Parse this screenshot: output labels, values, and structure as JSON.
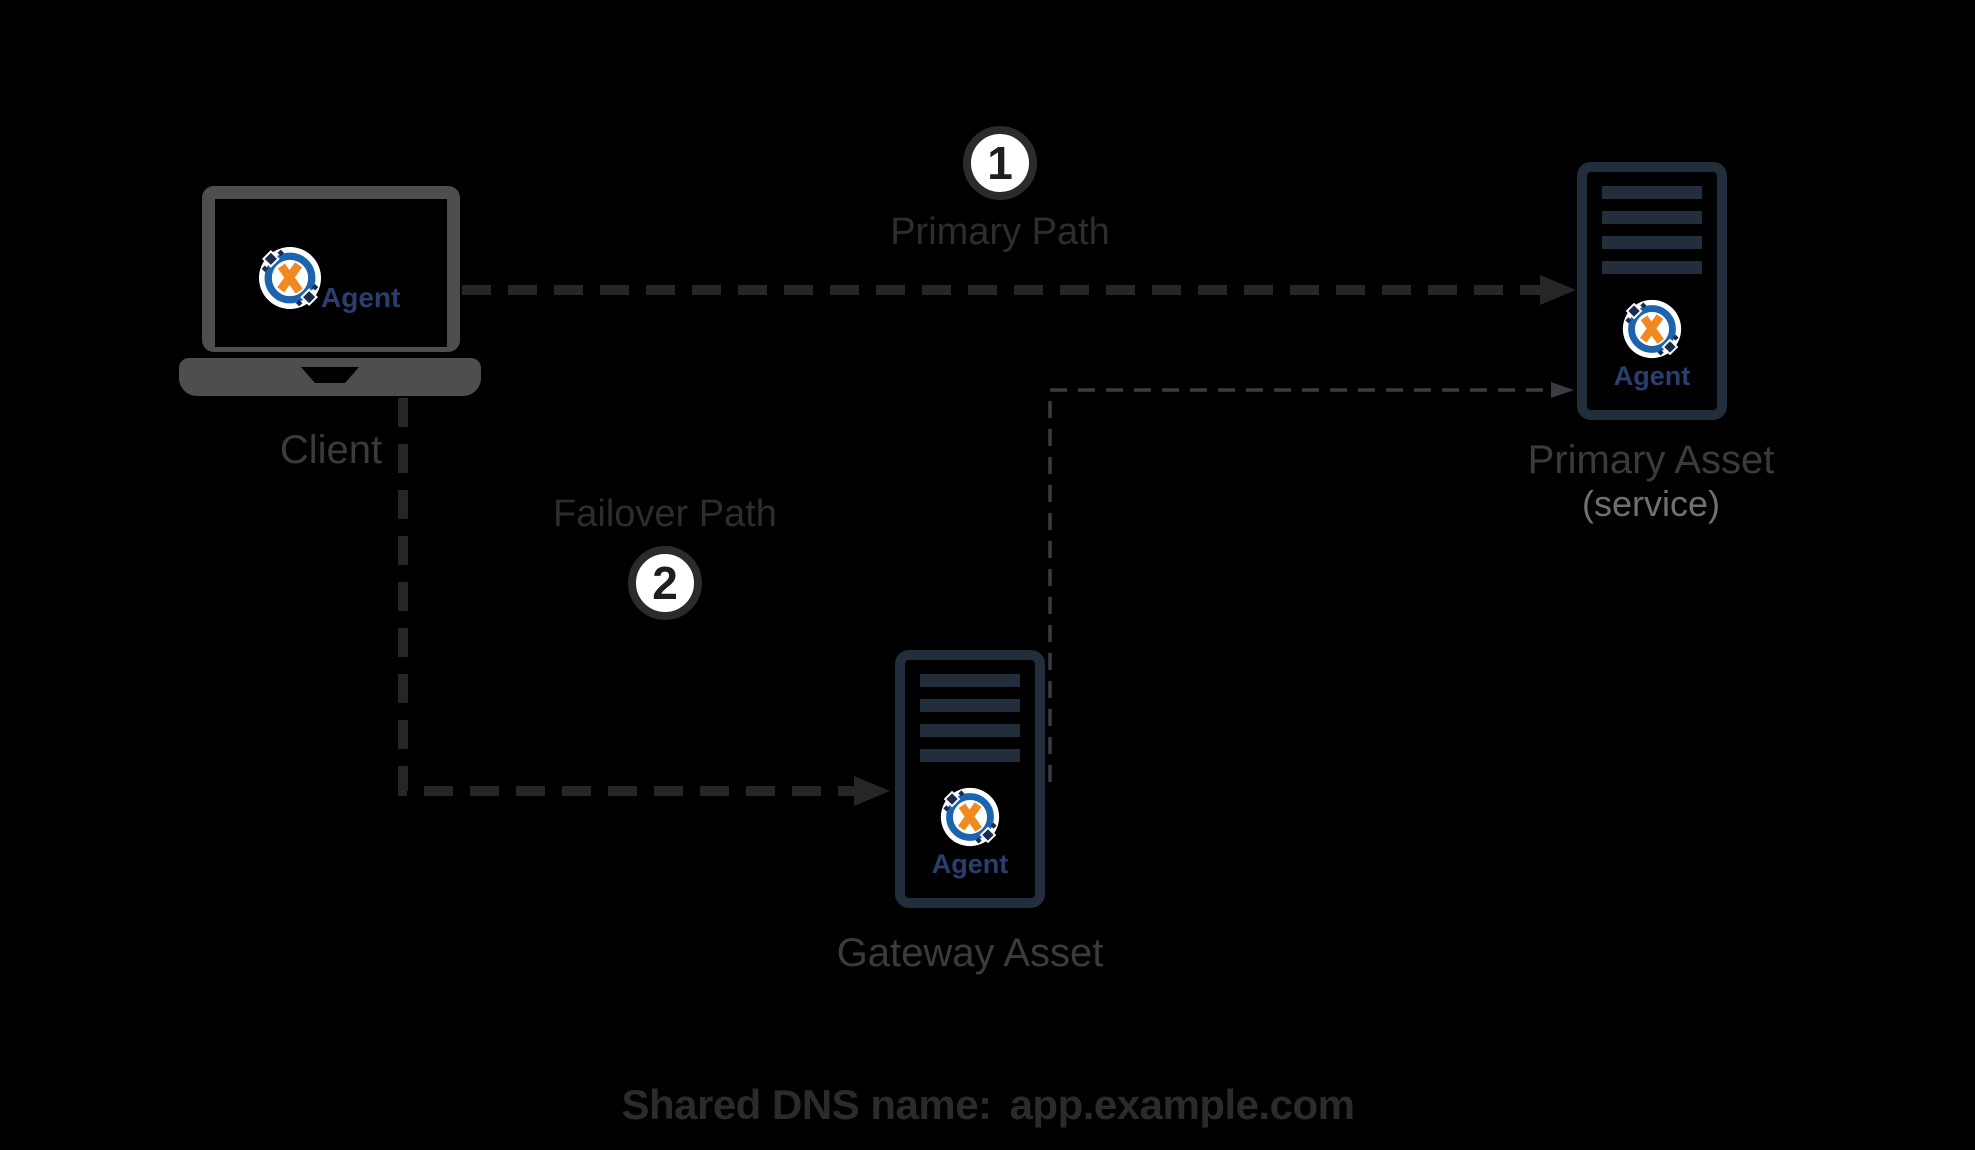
{
  "colors": {
    "bg": "#000000",
    "bold-line": "#262626",
    "thin-line": "#393d40",
    "path-label": "#2d2d2d",
    "node-label": "#3b3b3b",
    "sub-label": "#707070",
    "dns-text": "#2b2b2b",
    "laptop-gray": "#4e4e4e",
    "server-navy": "#232e3d",
    "badge-bg": "#ffffff",
    "badge-border": "#2b2b2b",
    "badge-text": "#1e1e1e",
    "logo-blue": "#1d64ae",
    "logo-orange": "#f0891f",
    "logo-navy": "#1b2b4d",
    "agent-text": "#2a3f6e"
  },
  "nodes": {
    "client": {
      "label": "Client",
      "agent_label": "Agent"
    },
    "primary_asset": {
      "label": "Primary Asset",
      "sublabel": "(service)",
      "agent_label": "Agent"
    },
    "gateway_asset": {
      "label": "Gateway Asset",
      "agent_label": "Agent"
    }
  },
  "paths": {
    "primary": {
      "step": "1",
      "label": "Primary Path"
    },
    "failover": {
      "step": "2",
      "label": "Failover Path"
    }
  },
  "footer": {
    "label": "Shared DNS name:",
    "value": "app.example.com"
  }
}
